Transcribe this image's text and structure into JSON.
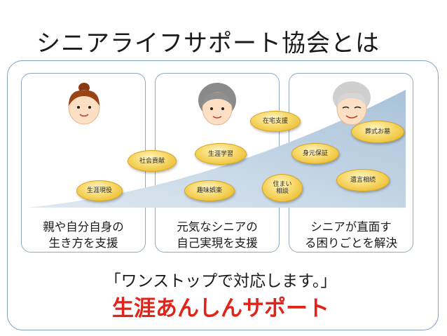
{
  "title": "シニアライフサポート協会とは",
  "panels": [
    {
      "line1": "親や自分自身の",
      "line2": "生き方を支援"
    },
    {
      "line1": "元気なシニアの",
      "line2": "自己実現を支援"
    },
    {
      "line1": "シニアが直面す",
      "line2": "る困りごとを解決"
    }
  ],
  "bubbles": {
    "shougai_geneki": "生涯現役",
    "shakai_kouken": "社会貢献",
    "shougai_gakushu": "生涯学習",
    "shumi_goraku": "趣味娯楽",
    "zaitaku_shien": "在宅支援",
    "sumai_soudan": "住まい相談",
    "mimoto_hoshou": "身元保証",
    "sousiki_ohaka": "葬式お墓",
    "igon_souzoku": "遺言相続"
  },
  "slogan": "「ワンストップで対応します。」",
  "brand": "生涯あんしんサポート",
  "colors": {
    "brand_red": "#e2231a",
    "bubble_gold": "#f2c94c",
    "wedge_blue": "#b9cfe2"
  }
}
